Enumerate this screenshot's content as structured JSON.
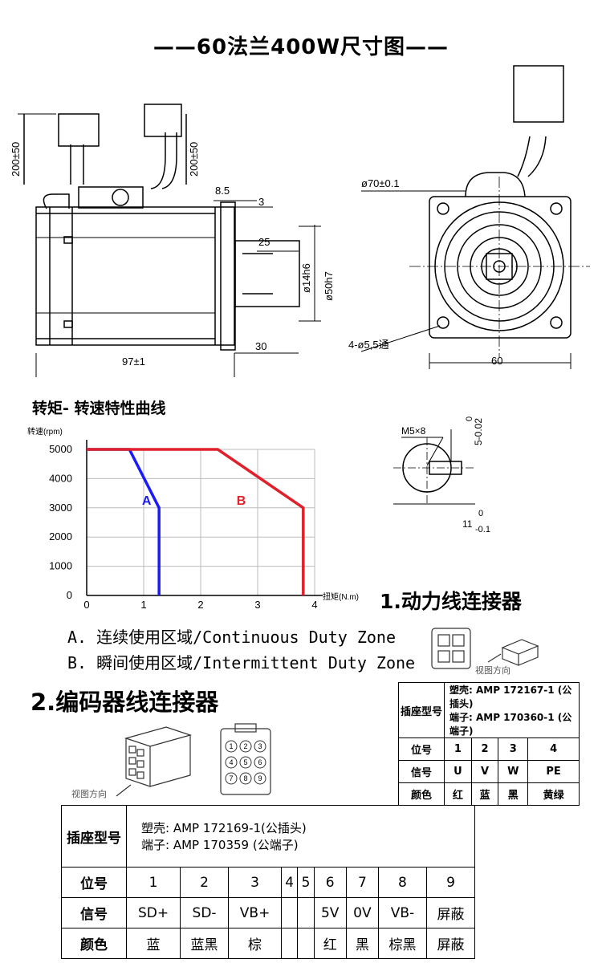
{
  "title": "——60法兰400W尺寸图——",
  "dims": {
    "cable_len_1": "200±50",
    "cable_len_2": "200±50",
    "d_8_5": "8.5",
    "d_3": "3",
    "d_25": "25",
    "shaft_dia": "ø14h6",
    "pilot_dia": "ø50h7",
    "length": "97±1",
    "d_30": "30",
    "bolt_circle": "ø70±0.1",
    "holes": "4-ø5,5通",
    "flange": "60",
    "key_thread": "M5×8",
    "key_tol_top": "0",
    "key_tol_main": "5-0.02",
    "key_11": "11",
    "key_11_top": "0",
    "key_11_bot": "-0.1"
  },
  "chart_data": {
    "type": "line",
    "title": "转矩- 转速特性曲线",
    "ylabel": "转速(rpm)",
    "xlabel": "扭矩(N.m)",
    "xlim": [
      0,
      4
    ],
    "ylim": [
      0,
      5000
    ],
    "x_ticks": [
      "0",
      "1",
      "2",
      "3",
      "4"
    ],
    "y_ticks": [
      "0",
      "1000",
      "2000",
      "3000",
      "4000",
      "5000"
    ],
    "grid": true,
    "series": [
      {
        "name": "A",
        "color": "#1a1aff",
        "x": [
          0,
          0.75,
          1.27,
          1.27
        ],
        "y": [
          5000,
          5000,
          3000,
          0
        ]
      },
      {
        "name": "B",
        "color": "#e0202a",
        "x": [
          0,
          2.3,
          3.8,
          3.8
        ],
        "y": [
          5000,
          5000,
          3000,
          0
        ]
      }
    ]
  },
  "zones": {
    "a": "A.  连续使用区域/Continuous Duty Zone",
    "b": "B.   瞬间使用区域/Intermittent Duty Zone"
  },
  "power_title": "1.动力线连接器",
  "encoder_title": "2.编码器线连接器",
  "view_dir": "视图方向",
  "pin_numbers": [
    "1",
    "2",
    "3",
    "4",
    "5",
    "6",
    "7",
    "8",
    "9"
  ],
  "power_table": {
    "model_label": "插座型号",
    "model_line1": "塑壳: AMP 172167-1 (公插头)",
    "model_line2": "端子: AMP 170360-1 (公端子)",
    "rows": [
      {
        "label": "位号",
        "cells": [
          "1",
          "2",
          "3",
          "4"
        ]
      },
      {
        "label": "信号",
        "cells": [
          "U",
          "V",
          "W",
          "PE"
        ]
      },
      {
        "label": "颜色",
        "cells": [
          "红",
          "蓝",
          "黑",
          "黄绿"
        ]
      }
    ]
  },
  "encoder_table": {
    "model_label": "插座型号",
    "model_line1": "塑壳: AMP 172169-1(公插头)",
    "model_line2": "端子: AMP 170359   (公端子)",
    "rows": [
      {
        "label": "位号",
        "cells": [
          "1",
          "2",
          "3",
          "4",
          "5",
          "6",
          "7",
          "8",
          "9"
        ]
      },
      {
        "label": "信号",
        "cells": [
          "SD+",
          "SD-",
          "VB+",
          "",
          "",
          "5V",
          "0V",
          "VB-",
          "屏蔽"
        ]
      },
      {
        "label": "颜色",
        "cells": [
          "蓝",
          "蓝黑",
          "棕",
          "",
          "",
          "红",
          "黑",
          "棕黑",
          "屏蔽"
        ]
      }
    ]
  }
}
